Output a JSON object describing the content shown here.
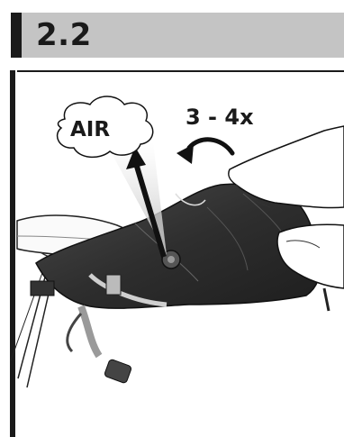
{
  "header": {
    "step_number": "2.2"
  },
  "illustration": {
    "air_label": "AIR",
    "repeat_label": "3 - 4x"
  }
}
